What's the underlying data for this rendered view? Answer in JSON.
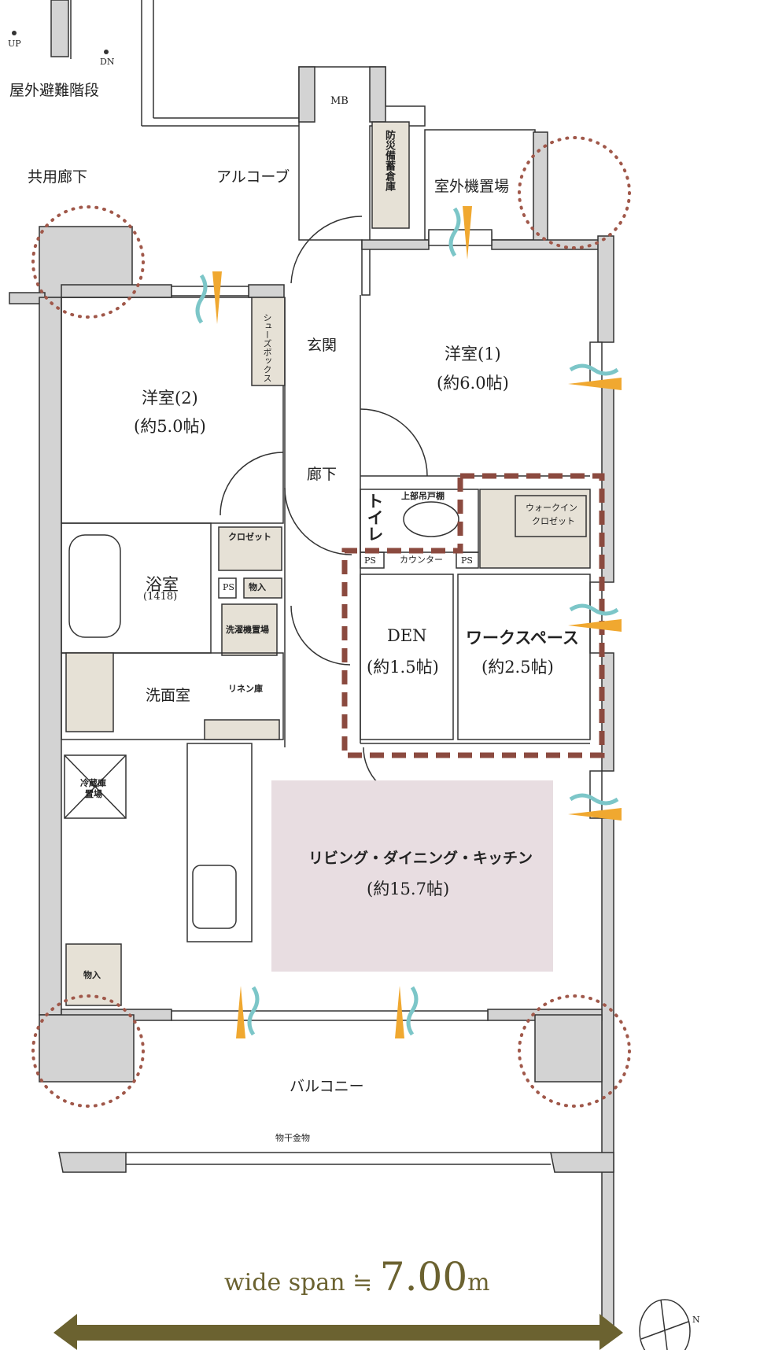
{
  "stairs": {
    "up": "UP",
    "dn": "DN",
    "label": "屋外避難階段"
  },
  "common_corridor": "共用廊下",
  "alcove": "アルコーブ",
  "mb": "MB",
  "disaster_storage": "防災備蓄倉庫",
  "outdoor_unit": "室外機置場",
  "shoe_box": "シューズボックス",
  "entrance": "玄関",
  "room1": {
    "name": "洋室(1)",
    "size": "(約6.0帖)"
  },
  "room2": {
    "name": "洋室(2)",
    "size": "(約5.0帖)"
  },
  "corridor": "廊下",
  "toilet": "トイレ",
  "upper_cabinet": "上部吊戸棚",
  "walk_in_closet": [
    "ウォークイン",
    "クロゼット"
  ],
  "ps": "PS",
  "counter": "カウンター",
  "closet": "クロゼット",
  "bath": {
    "name": "浴室",
    "size": "(1418)"
  },
  "storage": "物入",
  "washer": "洗濯機置場",
  "den": {
    "name": "DEN",
    "size": "(約1.5帖)"
  },
  "workspace": {
    "name": "ワークスペース",
    "size": "(約2.5帖)"
  },
  "washroom": "洗面室",
  "linen": "リネン庫",
  "fridge": [
    "冷蔵庫",
    "置場"
  ],
  "ldk": {
    "name": "リビング・ダイニング・キッチン",
    "size": "(約15.7帖)"
  },
  "balcony": "バルコニー",
  "drying_hardware": "物干金物",
  "wide_span": {
    "label": "wide span ≒ ",
    "value": "7.00",
    "unit": "m"
  },
  "compass": "N",
  "colors": {
    "accent_dash": "#8b4a3f",
    "ldk_fill": "#e8dde1",
    "olive": "#6b6230",
    "wall": "#d3d3d3",
    "fixture": "#e6e1d6"
  }
}
